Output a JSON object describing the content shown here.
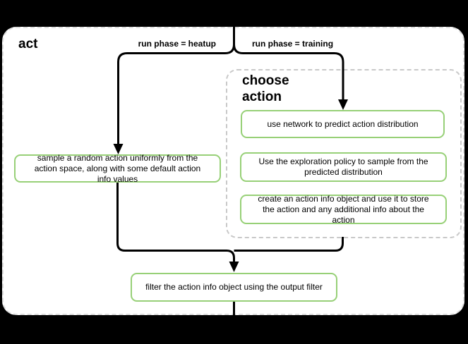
{
  "panel": {
    "title": "act"
  },
  "branches": {
    "heatup_label": "run phase = heatup",
    "training_label": "run phase = training"
  },
  "group": {
    "title": "choose\naction",
    "steps": [
      "use network to predict action distribution",
      "Use the exploration policy to sample from the predicted distribution",
      "create an action info object and use it to store the action and any additional info about the action"
    ]
  },
  "nodes": {
    "heatup_step": "sample a random action uniformly from the action space, along with some default action info values",
    "merge_step": "filter the action info object using the output filter"
  },
  "colors": {
    "outer_background": "#000000",
    "panel_background": "#ffffff",
    "node_border": "#97d077",
    "dashed_border": "#c9c9c9",
    "connector_line": "#000000",
    "text": "#000000"
  }
}
